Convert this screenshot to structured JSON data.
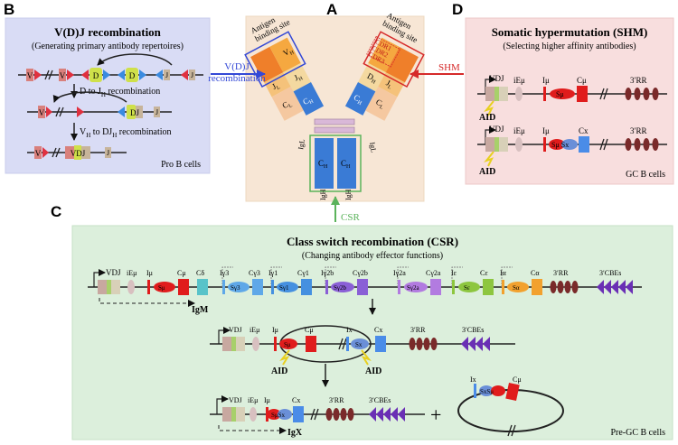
{
  "panels": {
    "A": {
      "letter": "A"
    },
    "B": {
      "letter": "B",
      "title": "V(D)J recombination",
      "subtitle": "(Generating primary antibody repertoires)",
      "step1": "D to J",
      "step1_sub": "H",
      "step1_suffix": " recombination",
      "step2_pre": "V",
      "step2_sub1": "H",
      "step2_mid": " to DJ",
      "step2_sub2": "H",
      "step2_suffix": " recombination",
      "footer": "Pro B cells",
      "seg_v": "V",
      "seg_d": "D",
      "seg_j": "J",
      "seg_dj": "DJ",
      "seg_vdj": "VDJ"
    },
    "C": {
      "letter": "C",
      "title": "Class switch recombination (CSR)",
      "subtitle": "(Changing antibody effector functions)",
      "footer": "Pre-GC B cells",
      "igm": "IgM",
      "igx": "IgX",
      "aid": "AID",
      "plus": "+",
      "row1_labels": [
        "VDJ",
        "iEμ",
        "Iμ",
        "Cμ",
        "Cδ",
        "Iγ3",
        "Cγ3",
        "Iγ1",
        "Cγ1",
        "Iγ2b",
        "Cγ2b",
        "Iγ2a",
        "Cγ2a",
        "Iε",
        "Cε",
        "Iα",
        "Cα",
        "3′RR",
        "3′CBEs"
      ],
      "row1_switch": [
        "Sμ",
        "Sγ3",
        "Sγ1",
        "Sγ2b",
        "Sγ2a",
        "Sε",
        "Sα"
      ],
      "row2_labels": [
        "VDJ",
        "iEμ",
        "Iμ",
        "Cμ",
        "Ix",
        "Cx",
        "3′RR",
        "3′CBEs"
      ],
      "row2_switch": [
        "Sμ",
        "Sx"
      ],
      "row3_labels": [
        "VDJ",
        "iEμ",
        "Iμ",
        "Cx",
        "3′RR",
        "3′CBEs"
      ],
      "row3_switch": [
        "Sμ",
        "Sx"
      ],
      "circle_labels": [
        "Ix",
        "Cμ"
      ],
      "circle_switch": "SxSμ"
    },
    "D": {
      "letter": "D",
      "title": "Somatic hypermutation (SHM)",
      "subtitle": "(Selecting higher affinity antibodies)",
      "footer": "GC B cells",
      "aid": "AID",
      "row1_labels": [
        "VDJ",
        "iEμ",
        "Iμ",
        "Cμ",
        "3′RR"
      ],
      "row1_switch": "Sμ",
      "row2_labels": [
        "VDJ",
        "iEμ",
        "Iμ",
        "Cx",
        "3′RR"
      ],
      "row2_switch": "Sμ Sx"
    }
  },
  "antibody": {
    "antigen_binding_site": [
      "Antigen",
      "binding site"
    ],
    "cdr_labels": [
      "CDR1",
      "CDR2",
      "CDR3"
    ],
    "vh": "V",
    "vh_sub": "H",
    "vl": "V",
    "vl_sub": "L",
    "dh": "D",
    "dh_sub": "H",
    "jh": "J",
    "jh_sub": "H",
    "jl": "J",
    "jl_sub": "L",
    "ch": "C",
    "ch_sub": "H",
    "cl": "C",
    "cl_sub": "L",
    "igl": "IgL",
    "igh": "IgH"
  },
  "arrows": {
    "vdj_label": [
      "V(D)J",
      "recombination"
    ],
    "shm_label": "SHM",
    "csr_label": "CSR"
  },
  "colors": {
    "panel_b_bg": "#d9dcf5",
    "panel_a_bg": "#f7e6d5",
    "panel_d_bg": "#f8dede",
    "panel_c_bg": "#dcefdc",
    "vdj_arrow": "#3348d6",
    "shm_arrow": "#d62a2a",
    "csr_arrow": "#5bb35b",
    "ch_blue": "#3a7bd5",
    "cmu_red": "#e01c1c",
    "cdelta_teal": "#58c3c9",
    "cg3": "#5fa8e8",
    "cg1": "#4590e0",
    "cg2b": "#8a5fd6",
    "cg2a": "#b27be0",
    "ce": "#8dc63f",
    "ca": "#f2a12e",
    "rr": "#7a2a2a",
    "cbe": "#6a2fb5"
  }
}
